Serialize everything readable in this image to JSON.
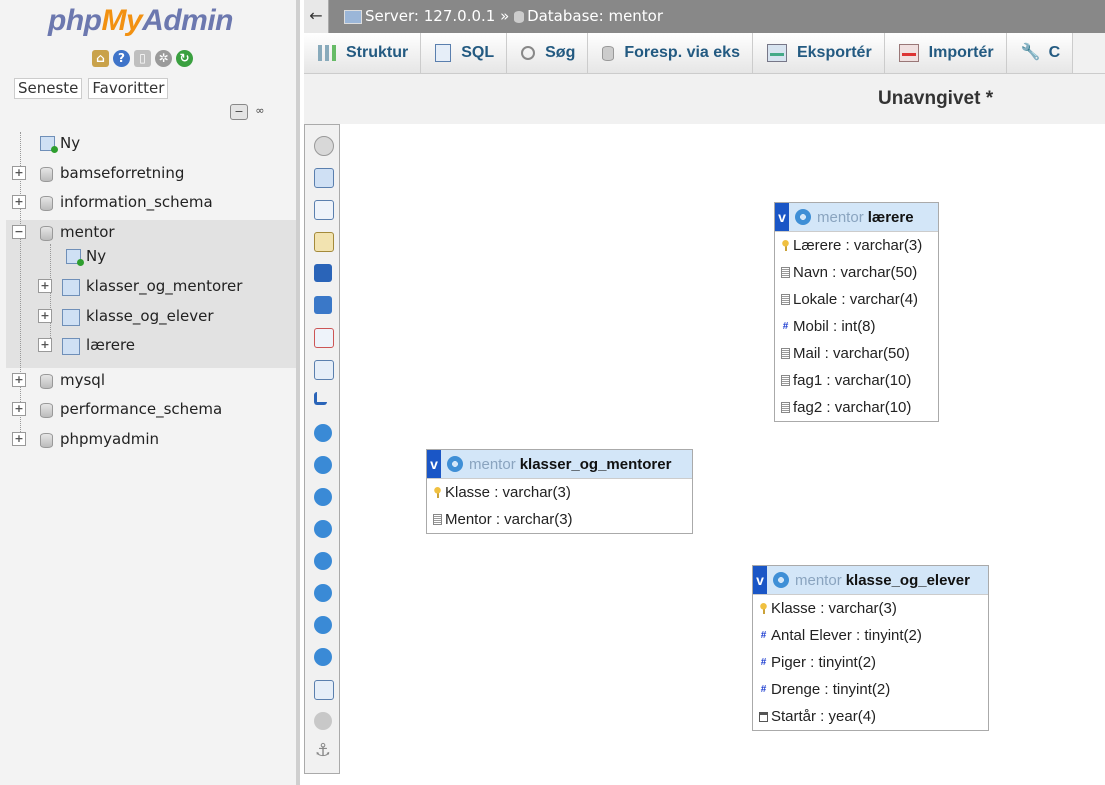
{
  "sidebar": {
    "logo": {
      "php": "php",
      "my": "My",
      "admin": "Admin"
    },
    "logo_icons": [
      "home-icon",
      "help-icon",
      "docs-icon",
      "settings-icon",
      "reload-icon"
    ],
    "recent_tab": "Seneste",
    "favorites_tab": "Favoritter",
    "tree": {
      "new": "Ny",
      "databases": [
        "bamseforretning",
        "information_schema",
        "mentor",
        "mysql",
        "performance_schema",
        "phpmyadmin"
      ],
      "mentor_children": {
        "new": "Ny",
        "tables": [
          "klasser_og_mentorer",
          "klasse_og_elever",
          "lærere"
        ]
      }
    }
  },
  "breadcrumb": {
    "server": "Server: 127.0.0.1",
    "separator": "»",
    "database": "Database: mentor"
  },
  "tabs": [
    {
      "label": "Struktur",
      "icon": "structure-icon"
    },
    {
      "label": "SQL",
      "icon": "sql-icon"
    },
    {
      "label": "Søg",
      "icon": "search-icon"
    },
    {
      "label": "Foresp. via eks",
      "icon": "query-icon"
    },
    {
      "label": "Eksportér",
      "icon": "export-icon"
    },
    {
      "label": "Importér",
      "icon": "import-icon"
    },
    {
      "label": "C",
      "icon": "wrench-icon"
    }
  ],
  "designer": {
    "page_title": "Unavngivet *",
    "tables": {
      "laerere": {
        "db": "mentor",
        "name": "lærere",
        "columns": [
          {
            "text": "Lærere : varchar(3)",
            "icon": "key"
          },
          {
            "text": "Navn : varchar(50)",
            "icon": "text"
          },
          {
            "text": "Lokale : varchar(4)",
            "icon": "text"
          },
          {
            "text": "Mobil : int(8)",
            "icon": "number"
          },
          {
            "text": "Mail : varchar(50)",
            "icon": "text"
          },
          {
            "text": "fag1 : varchar(10)",
            "icon": "text"
          },
          {
            "text": "fag2 : varchar(10)",
            "icon": "text"
          }
        ]
      },
      "klasser_og_mentorer": {
        "db": "mentor",
        "name": "klasser_og_mentorer",
        "columns": [
          {
            "text": "Klasse : varchar(3)",
            "icon": "key"
          },
          {
            "text": "Mentor : varchar(3)",
            "icon": "text"
          }
        ]
      },
      "klasse_og_elever": {
        "db": "mentor",
        "name": "klasse_og_elever",
        "columns": [
          {
            "text": "Klasse : varchar(3)",
            "icon": "key"
          },
          {
            "text": "Antal Elever : tinyint(2)",
            "icon": "number"
          },
          {
            "text": "Piger : tinyint(2)",
            "icon": "number"
          },
          {
            "text": "Drenge : tinyint(2)",
            "icon": "number"
          },
          {
            "text": "Startår : year(4)",
            "icon": "date"
          }
        ]
      }
    },
    "toggle_label": "v"
  }
}
